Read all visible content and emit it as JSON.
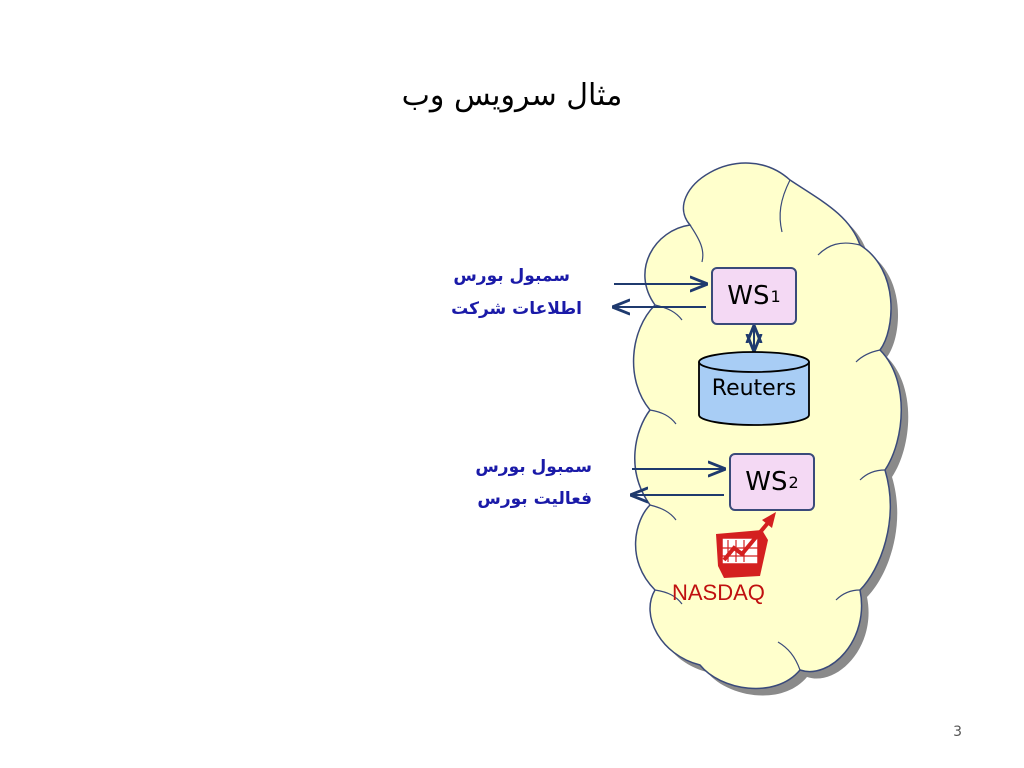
{
  "slide": {
    "title": "مثال سرویس وب",
    "page_number": "3"
  },
  "ws1": {
    "label": "WS",
    "subscript": "1",
    "input_label": "سمبول بورس",
    "output_label": "اطلاعات شرکت"
  },
  "database": {
    "label": "Reuters"
  },
  "ws2": {
    "label": "WS",
    "subscript": "2",
    "input_label": "سمبول بورس",
    "output_label": "فعالیت بورس"
  },
  "nasdaq": {
    "label": "NASDAQ"
  },
  "colors": {
    "cloud_fill": "#ffffcc",
    "cloud_stroke": "#3a4a7a",
    "ws_fill": "#f4d9f4",
    "db_fill": "#a8cdf5",
    "arrow": "#1f3a6e",
    "label_blue": "#1a1aa8",
    "nasdaq_red": "#c01010"
  }
}
